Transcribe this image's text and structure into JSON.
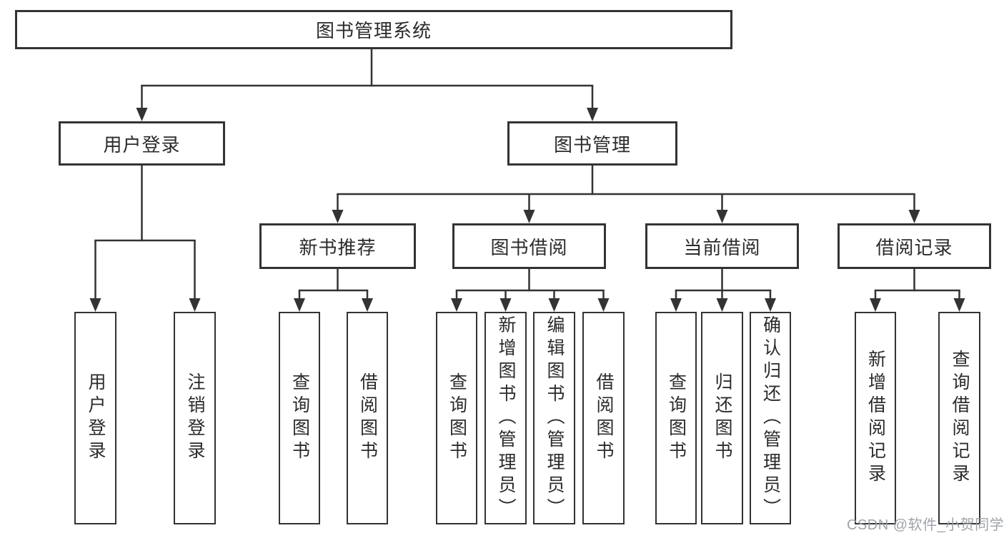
{
  "tree": {
    "root": {
      "label": "图书管理系统"
    },
    "level2": [
      {
        "label": "用户登录"
      },
      {
        "label": "图书管理"
      }
    ],
    "level3": [
      {
        "label": "新书推荐",
        "parent": "图书管理"
      },
      {
        "label": "图书借阅",
        "parent": "图书管理"
      },
      {
        "label": "当前借阅",
        "parent": "图书管理"
      },
      {
        "label": "借阅记录",
        "parent": "图书管理"
      }
    ],
    "level4": [
      {
        "label": "用户登录",
        "parent": "用户登录"
      },
      {
        "label": "注销登录",
        "parent": "用户登录"
      },
      {
        "label": "查询图书",
        "parent": "新书推荐"
      },
      {
        "label": "借阅图书",
        "parent": "新书推荐"
      },
      {
        "label": "查询图书",
        "parent": "图书借阅"
      },
      {
        "label": "新增图书（管理员）",
        "parent": "图书借阅"
      },
      {
        "label": "编辑图书（管理员）",
        "parent": "图书借阅"
      },
      {
        "label": "借阅图书",
        "parent": "图书借阅"
      },
      {
        "label": "查询图书",
        "parent": "当前借阅"
      },
      {
        "label": "归还图书",
        "parent": "当前借阅"
      },
      {
        "label": "确认归还（管理员）",
        "parent": "当前借阅"
      },
      {
        "label": "新增借阅记录",
        "parent": "借阅记录"
      },
      {
        "label": "查询借阅记录",
        "parent": "借阅记录"
      }
    ]
  },
  "watermark": "CSDN @软件_小贺同学",
  "colors": {
    "line": "#333333",
    "box_border": "#333333",
    "text": "#2b2b2b",
    "watermark": "#9aa0a6",
    "background": "#ffffff"
  }
}
